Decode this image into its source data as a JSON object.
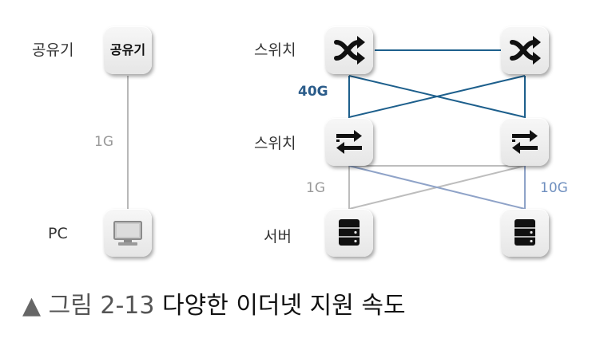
{
  "labels": {
    "router": "공유기",
    "pc": "PC",
    "switch_top": "스위치",
    "switch_mid": "스위치",
    "server": "서버"
  },
  "router_box_text": "공유기",
  "speeds": {
    "pc_link": "1G",
    "core_link": "40G",
    "server_left": "1G",
    "server_right": "10G"
  },
  "colors": {
    "gray_link": "#b8b8b8",
    "dark_blue_link": "#1d5f8c",
    "light_blue_link": "#8fa3c8",
    "label_40g": "#2b5c8a",
    "label_10g": "#6f8fbf",
    "label_1g": "#999999"
  },
  "icons": {
    "router": "router-box",
    "pc": "monitor-icon",
    "switch_top": "crossed-arrows-icon",
    "switch_mid": "exchange-arrows-icon",
    "server": "server-stack-icon"
  },
  "caption": {
    "marker": "▲",
    "prefix": "그림 2-13",
    "title": "다양한 이더넷 지원 속도"
  }
}
